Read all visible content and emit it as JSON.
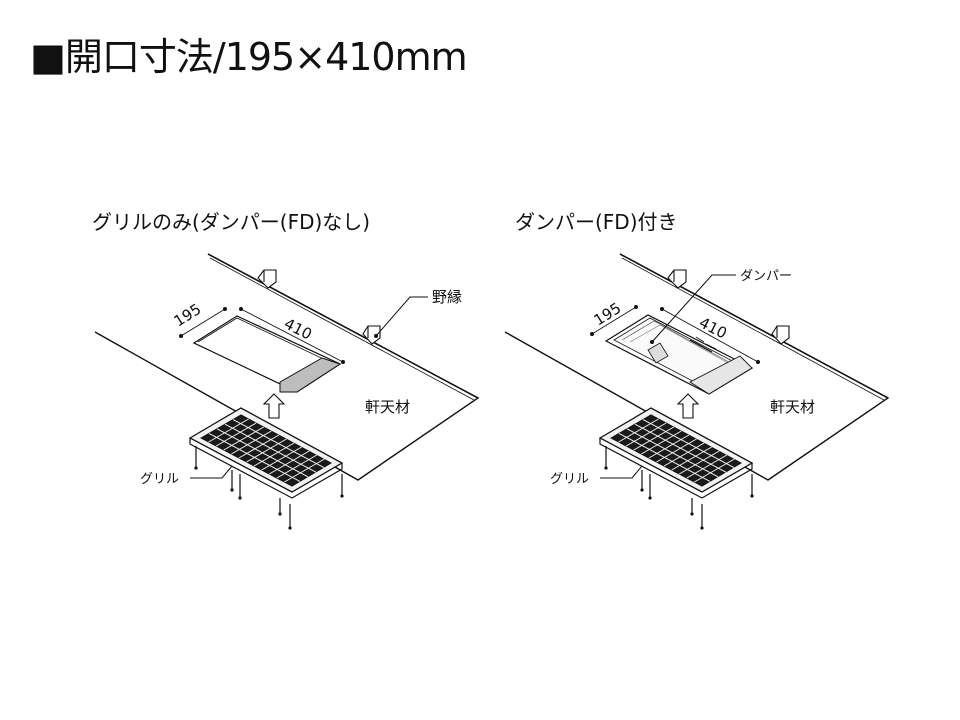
{
  "title": "■開口寸法/195×410mm",
  "panels": {
    "left": {
      "heading": "グリルのみ(ダンパー(FD)なし)",
      "dim_width": "195",
      "dim_length": "410",
      "label_nobuchi": "野縁",
      "label_ceiling": "軒天材",
      "label_grille": "グリル"
    },
    "right": {
      "heading": "ダンパー(FD)付き",
      "dim_width": "195",
      "dim_length": "410",
      "label_damper": "ダンパー",
      "label_ceiling": "軒天材",
      "label_grille": "グリル"
    }
  },
  "colors": {
    "line": "#111111",
    "slot": "#bdbdbd",
    "grille_fill": "#f2f2f2",
    "mesh": "#1a1a1a"
  }
}
